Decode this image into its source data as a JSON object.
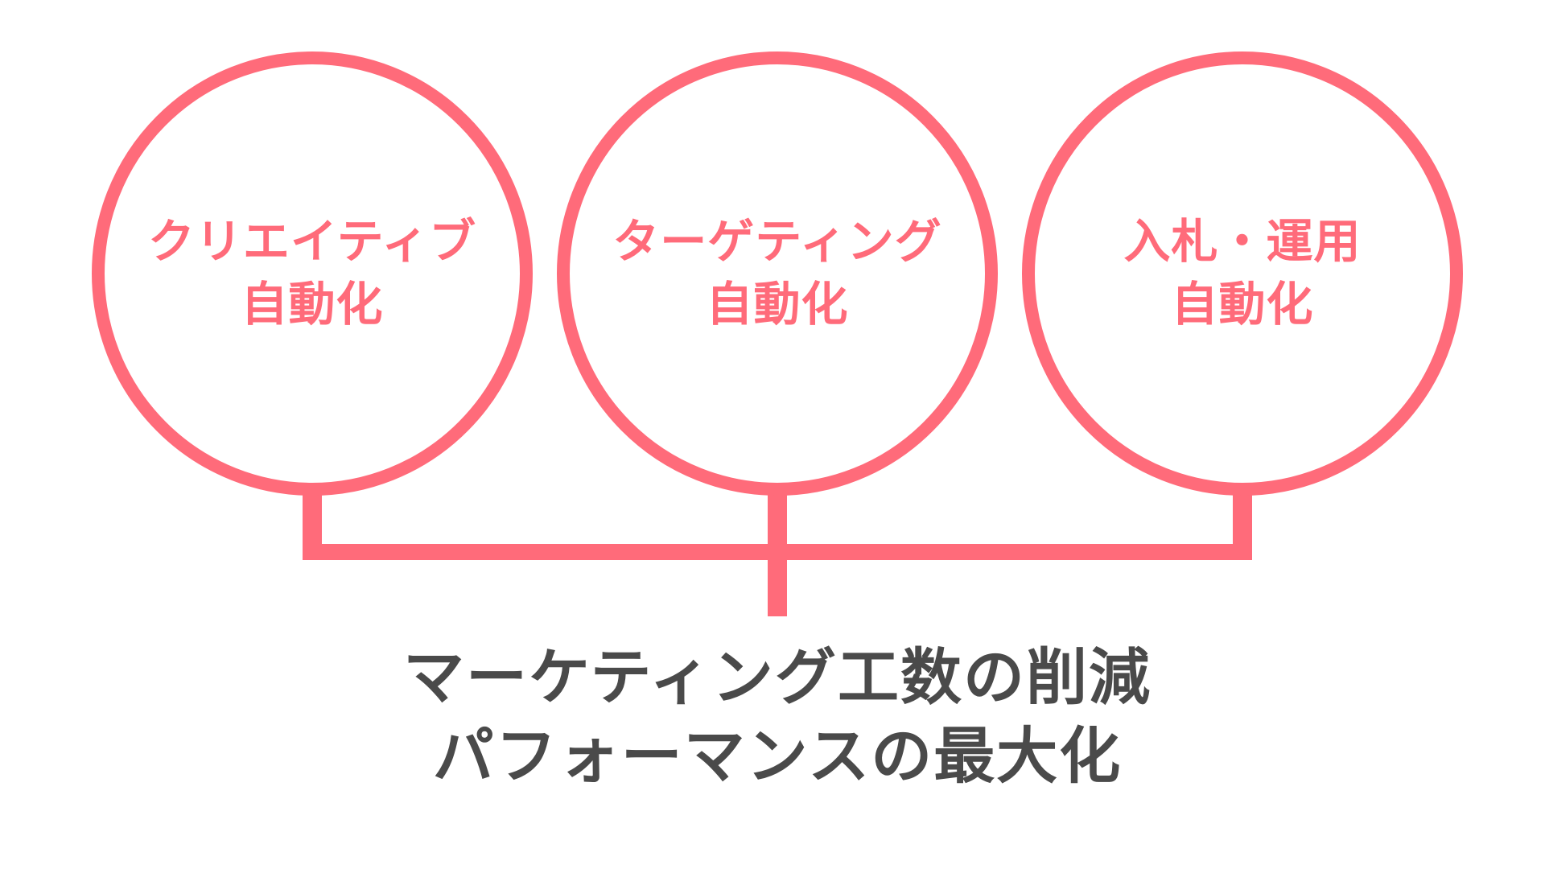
{
  "colors": {
    "accent": "#FF6B7A",
    "outcome_text": "#4A4A4A",
    "background": "#FFFFFF"
  },
  "circles": [
    {
      "line1": "クリエイティブ",
      "line2": "自動化"
    },
    {
      "line1": "ターゲティング",
      "line2": "自動化"
    },
    {
      "line1": "入札・運用",
      "line2": "自動化"
    }
  ],
  "outcome": {
    "line1": "マーケティング工数の削減",
    "line2": "パフォーマンスの最大化"
  }
}
